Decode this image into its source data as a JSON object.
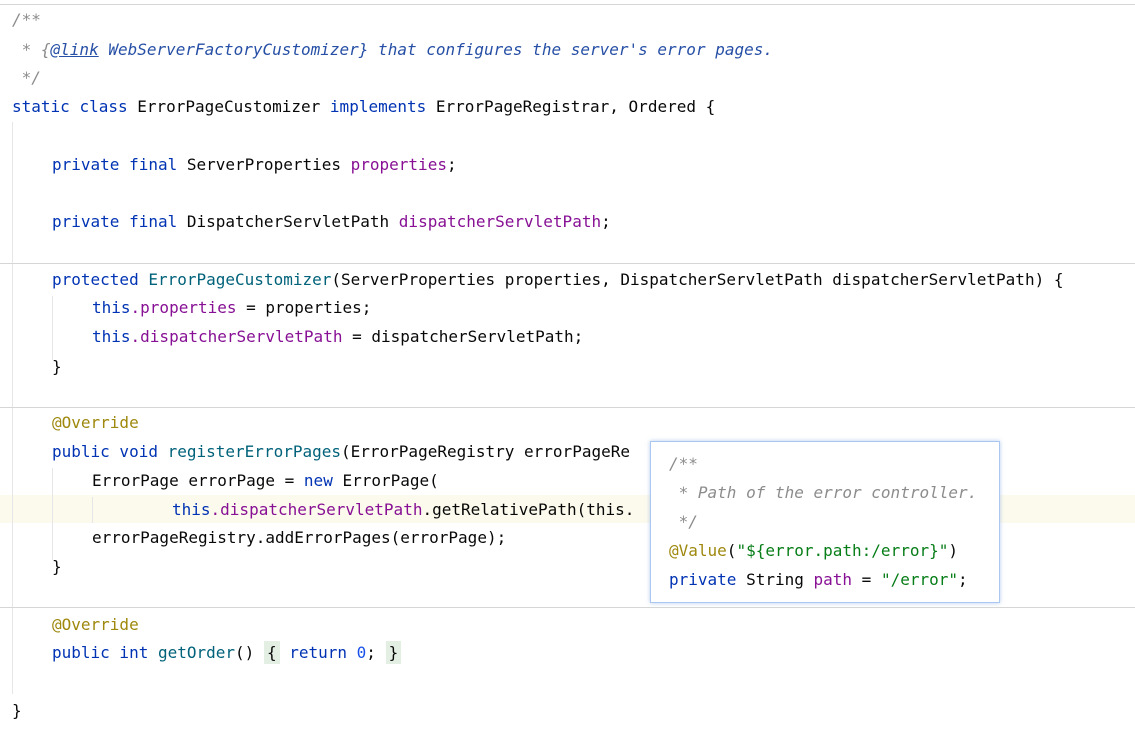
{
  "editor": {
    "line1": "/**",
    "line2_prefix": " * {",
    "line2_tag": "@link",
    "line2_class": " WebServerFactoryCustomizer}",
    "line2_text": " that configures the server's error pages.",
    "line3": " */",
    "class_decl": {
      "kw1": "static",
      "kw2": "class",
      "name": "ErrorPageCustomizer",
      "kw3": "implements",
      "rest": "ErrorPageRegistrar, Ordered {"
    },
    "field1": {
      "kw": "private final",
      "type": " ServerProperties ",
      "name": "properties",
      "end": ";"
    },
    "field2": {
      "kw": "private final",
      "type": " DispatcherServletPath ",
      "name": "dispatcherServletPath",
      "end": ";"
    },
    "ctor": {
      "kw": "protected",
      "name": "ErrorPageCustomizer",
      "params": "(ServerProperties properties, DispatcherServletPath dispatcherServletPath) {",
      "body1_this": "this",
      "body1_fld": ".properties",
      "body1_rest": " = properties;",
      "body2_this": "this",
      "body2_fld": ".dispatcherServletPath",
      "body2_rest": " = dispatcherServletPath;",
      "close": "}"
    },
    "method1": {
      "ann": "@Override",
      "kw": "public void",
      "name": "registerErrorPages",
      "params": "(ErrorPageRegistry errorPageRe",
      "line2_type": "ErrorPage errorPage = ",
      "line2_new": "new",
      "line2_rest": " ErrorPage(",
      "line3_this": "this",
      "line3_fld": ".dispatcherServletPath",
      "line3_rest": ".getRelativePath(this.",
      "line4": "errorPageRegistry.addErrorPages(errorPage);",
      "close": "}"
    },
    "method2": {
      "ann": "@Override",
      "kw": "public int",
      "name": "getOrder",
      "parens": "()",
      "open": "{",
      "ret": "return",
      "num": "0",
      "semi": ";",
      "close": "}"
    },
    "class_close": "}"
  },
  "popup": {
    "line1": "/**",
    "line2": " * Path of the error controller.",
    "line3": " */",
    "ann": "@Value",
    "ann_open": "(",
    "ann_str": "\"${error.path:/error}\"",
    "ann_close": ")",
    "decl_kw": "private",
    "decl_type": " String ",
    "decl_name": "path",
    "decl_eq": " = ",
    "decl_val": "\"/error\"",
    "decl_end": ";"
  }
}
